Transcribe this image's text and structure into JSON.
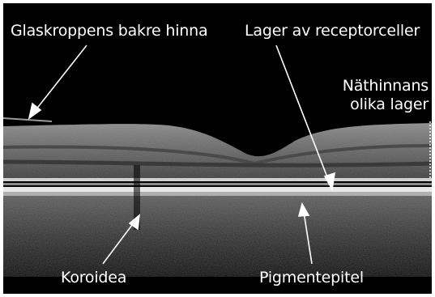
{
  "labels": {
    "vitreous": "Glaskroppens bakre hinna",
    "receptors": "Lager av receptorceller",
    "retina_line1": "Näthinnans",
    "retina_line2": "olika lager",
    "choroid": "Koroidea",
    "rpe": "Pigmentepitel"
  },
  "colors": {
    "background": "#000000",
    "text": "#ffffff",
    "border": "#ffffff"
  }
}
